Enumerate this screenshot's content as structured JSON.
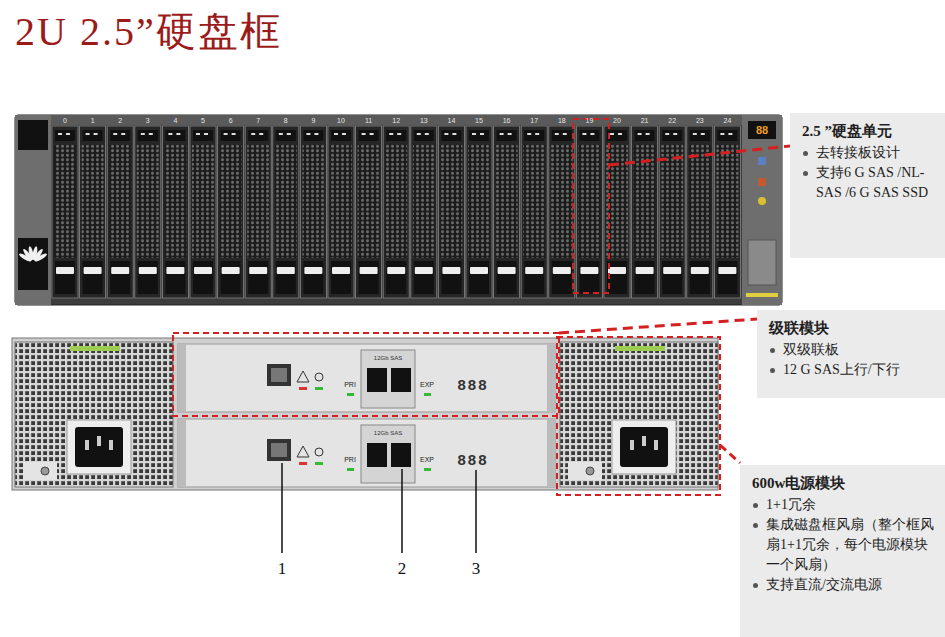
{
  "diagram": {
    "title": "2U 2.5”硬盘框",
    "nodes": [
      {
        "text": [
          "2.5 ”硬盘单元",
          "去转接板设计",
          "支持6 G SAS /NL-SAS /6 G SAS SSD"
        ]
      },
      {
        "text": [
          "级联模块",
          "双级联板",
          "12 G SAS上行/下行"
        ]
      },
      {
        "text": [
          "600w电源模块",
          "1+1冗余",
          "集成磁盘框风扇（整个框风扇1+1冗余，每个电源模块一个风扇）",
          "支持直流/交流电源"
        ]
      }
    ],
    "labels": [
      "0",
      "1",
      "2",
      "3",
      "4",
      "5",
      "6",
      "7",
      "8",
      "9",
      "10",
      "11",
      "12",
      "13",
      "14",
      "15",
      "16",
      "17",
      "18",
      "19",
      "20",
      "21",
      "22",
      "23",
      "24",
      "88",
      "12Gb SAS",
      "PRI",
      "EXP",
      "888",
      "12Gb SAS",
      "PRI",
      "EXP",
      "888",
      "1",
      "2",
      "3"
    ]
  }
}
